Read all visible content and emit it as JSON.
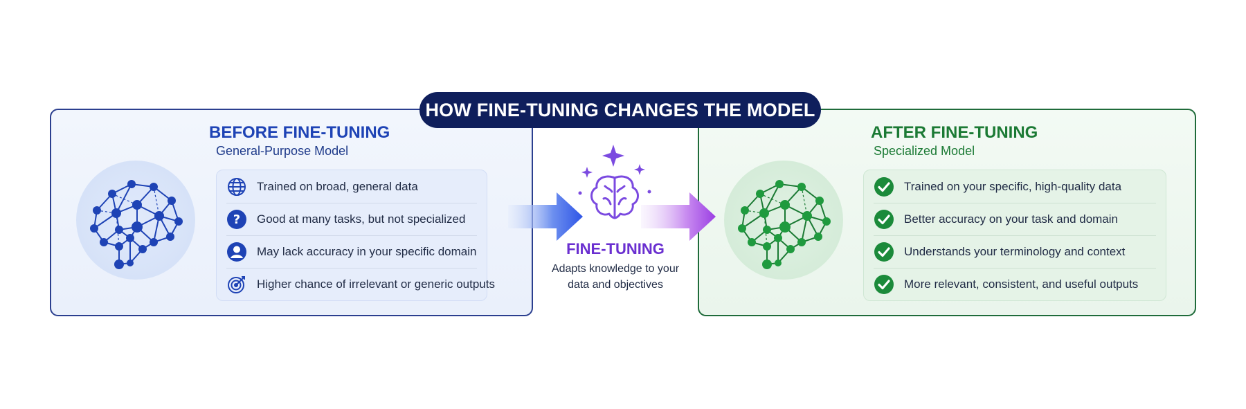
{
  "title": "HOW FINE-TUNING CHANGES THE MODEL",
  "before": {
    "title": "BEFORE FINE-TUNING",
    "subtitle": "General-Purpose Model",
    "items": [
      {
        "icon": "globe-icon",
        "text": "Trained on broad, general data"
      },
      {
        "icon": "question-icon",
        "text": "Good at many tasks, but not specialized"
      },
      {
        "icon": "user-icon",
        "text": "May lack accuracy in your specific domain"
      },
      {
        "icon": "target-icon",
        "text": "Higher chance of irrelevant or generic outputs"
      }
    ]
  },
  "center": {
    "label": "FINE-TUNING",
    "description": "Adapts knowledge to your data and objectives"
  },
  "after": {
    "title": "AFTER FINE-TUNING",
    "subtitle": "Specialized Model",
    "items": [
      {
        "icon": "check-icon",
        "text": "Trained on your specific, high-quality data"
      },
      {
        "icon": "check-icon",
        "text": "Better accuracy on your task and domain"
      },
      {
        "icon": "check-icon",
        "text": "Understands your terminology and context"
      },
      {
        "icon": "check-icon",
        "text": "More relevant, consistent, and useful outputs"
      }
    ]
  },
  "colors": {
    "title_pill": "#0f1f5c",
    "before_accent": "#1e43b5",
    "after_accent": "#1b7a34",
    "center_accent": "#6a2fd0"
  }
}
